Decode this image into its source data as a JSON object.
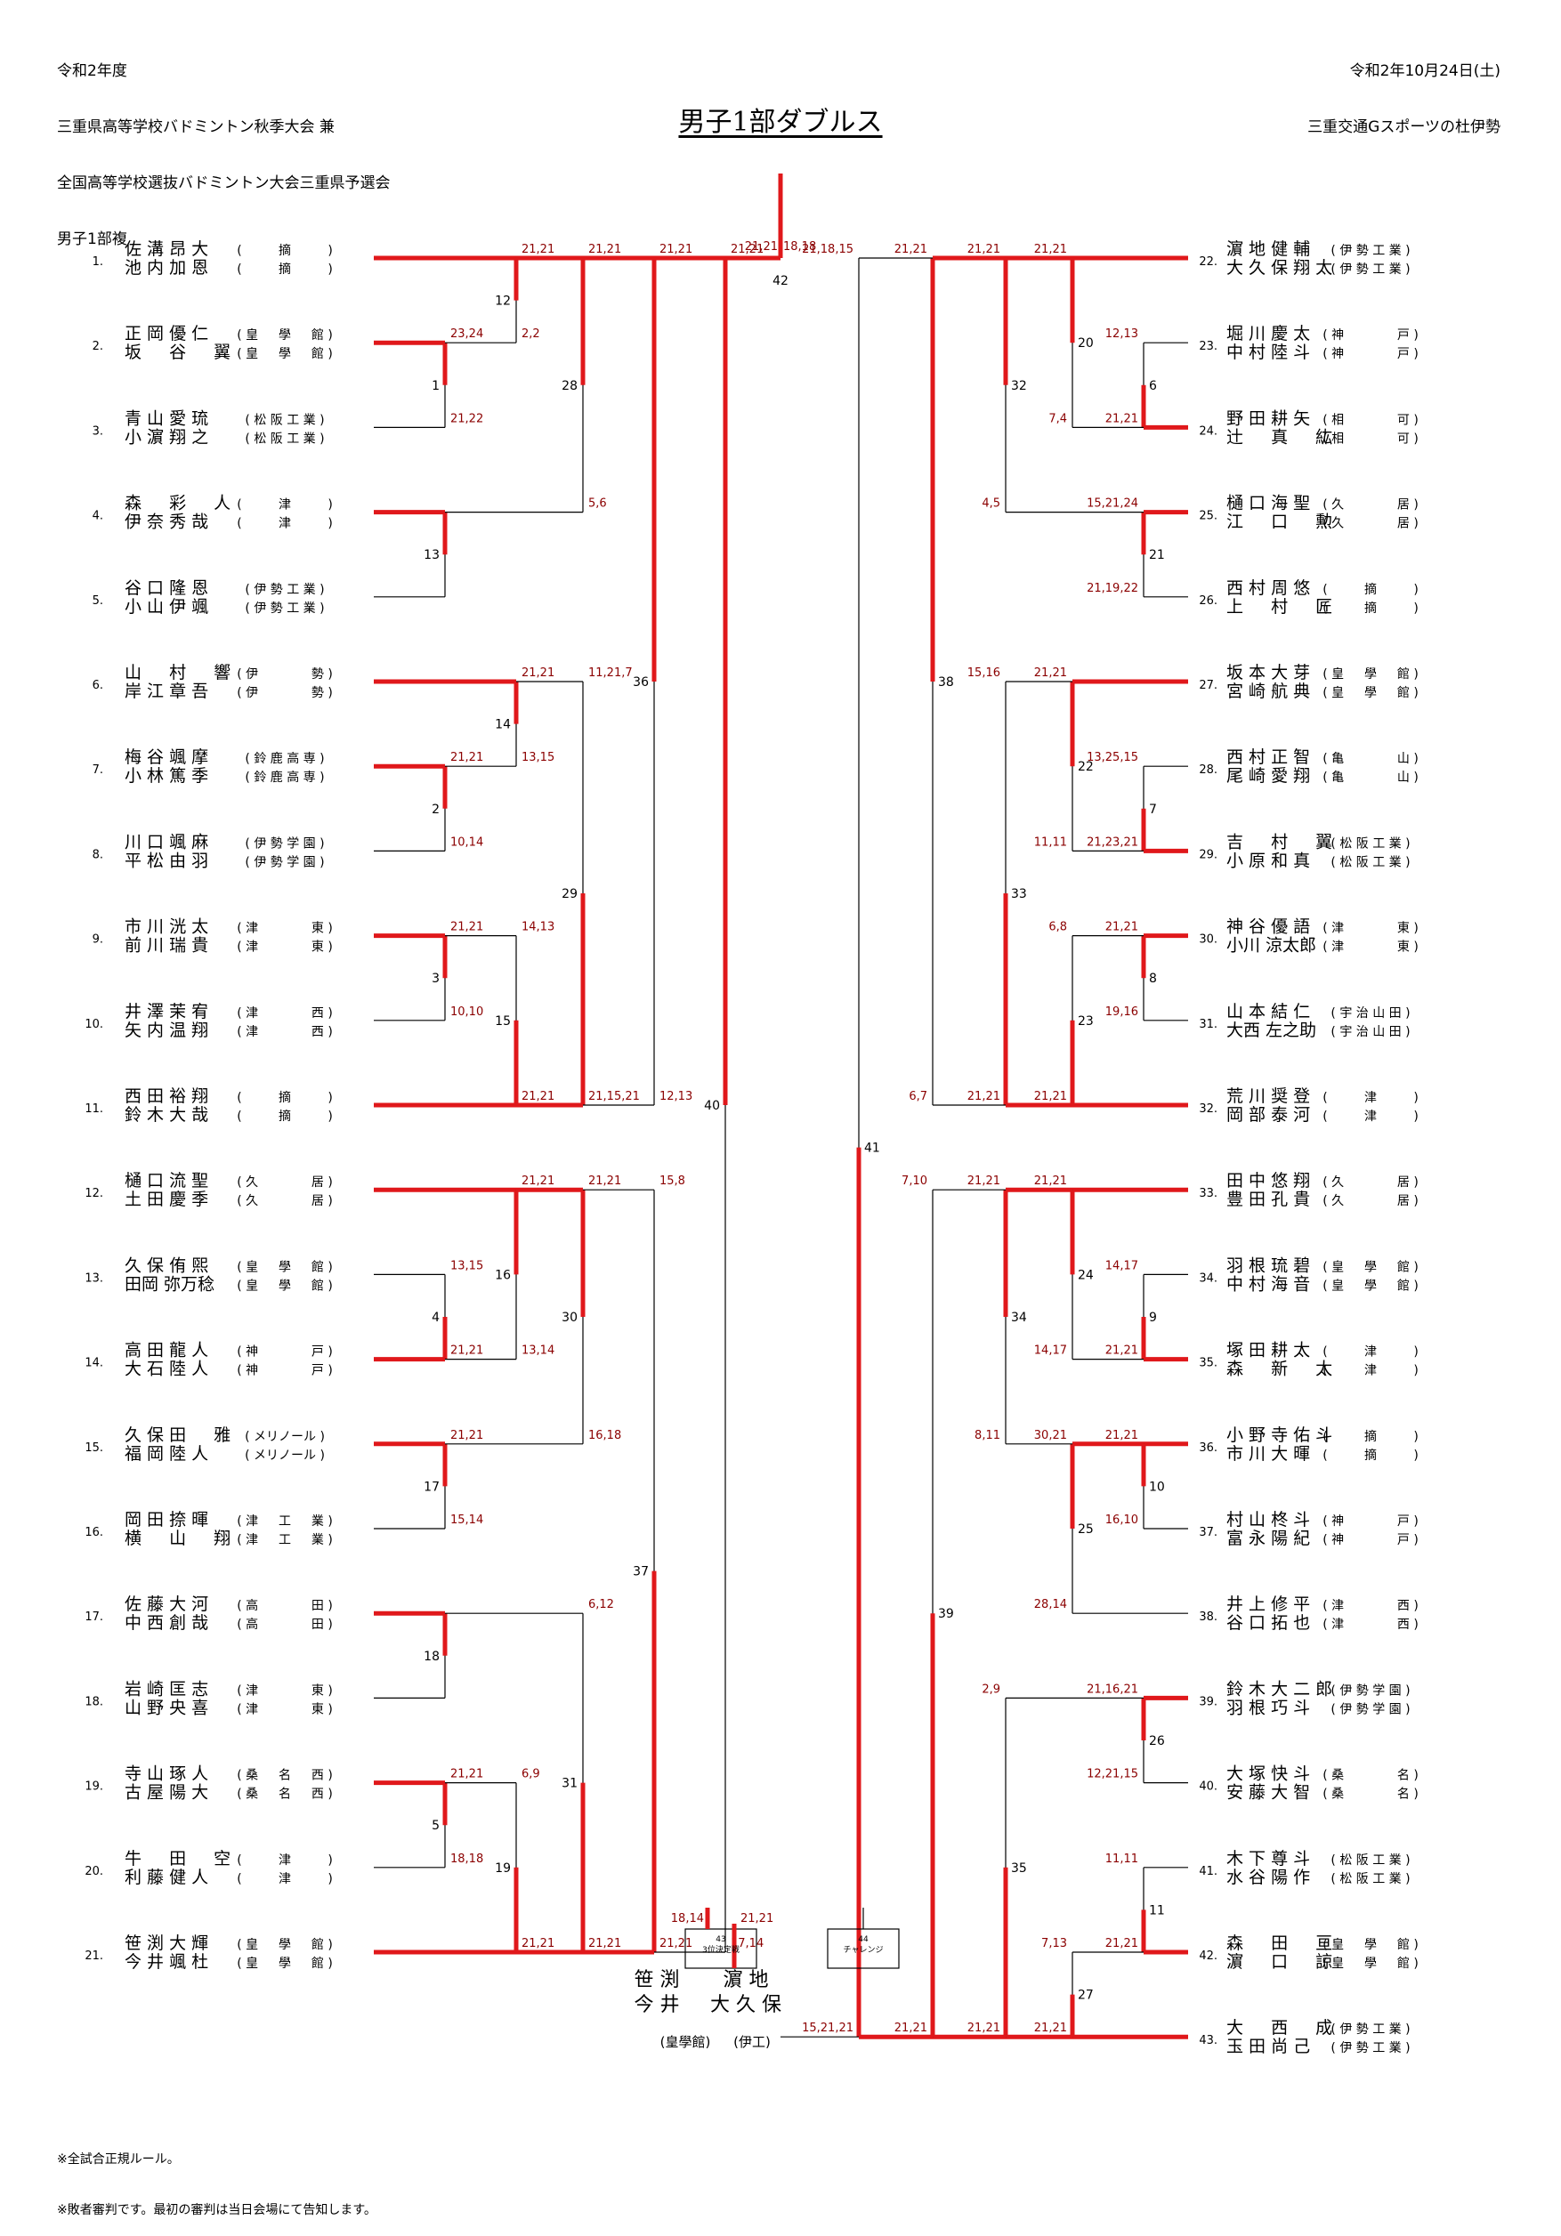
{
  "header": {
    "left_lines": [
      "令和2年度",
      "三重県高等学校バドミントン秋季大会 兼",
      "全国高等学校選抜バドミントン大会三重県予選会",
      "男子1部複"
    ],
    "right_lines": [
      "令和2年10月24日(土)",
      "三重交通Gスポーツの杜伊勢"
    ],
    "title": "男子1部ダブルス"
  },
  "footer": [
    "※全試合正規ルール。",
    "※敗者審判です。最初の審判は当日会場にて告知します。"
  ],
  "teams": [
    {
      "no": "1.",
      "p1": "佐 溝 昂 大",
      "p2": "池 内 加 恩",
      "school": "( 　 　 摘 　 　 )"
    },
    {
      "no": "2.",
      "p1": "正 岡 優 仁",
      "p2": "坂 　 谷 　 翼",
      "school": "( 皇 　 學 　 館 )"
    },
    {
      "no": "3.",
      "p1": "青 山 愛 琉",
      "p2": "小 濵 翔 之",
      "school": "( 松 阪 工 業 )"
    },
    {
      "no": "4.",
      "p1": "森 　 彩 　 人",
      "p2": "伊 奈 秀 哉",
      "school": "( 　 　 津 　 　 )"
    },
    {
      "no": "5.",
      "p1": "谷 口 隆 恩",
      "p2": "小 山 伊 颯",
      "school": "( 伊 勢 工 業 )"
    },
    {
      "no": "6.",
      "p1": "山 　 村 　 響",
      "p2": "岸 江 章 吾",
      "school": "( 伊 　 　 　 勢 )"
    },
    {
      "no": "7.",
      "p1": "梅 谷 颯 摩",
      "p2": "小 林 篤 季",
      "school": "( 鈴 鹿 高 専 )"
    },
    {
      "no": "8.",
      "p1": "川 口 颯 麻",
      "p2": "平 松 由 羽",
      "school": "( 伊 勢 学 園 )"
    },
    {
      "no": "9.",
      "p1": "市 川 洸 太",
      "p2": "前 川 瑞 貴",
      "school": "( 津 　 　 　 東 )"
    },
    {
      "no": "10.",
      "p1": "井 澤 茉 宥",
      "p2": "矢 内 温 翔",
      "school": "( 津 　 　 　 西 )"
    },
    {
      "no": "11.",
      "p1": "西 田 裕 翔",
      "p2": "鈴 木 大 哉",
      "school": "( 　 　 摘 　 　 )"
    },
    {
      "no": "12.",
      "p1": "樋 口 流 聖",
      "p2": "土 田 慶 季",
      "school": "( 久 　 　 　 居 )"
    },
    {
      "no": "13.",
      "p1": "久 保 侑 煕",
      "p2": "田岡 弥万稔",
      "school": "( 皇 　 學 　 館 )"
    },
    {
      "no": "14.",
      "p1": "高 田 龍 人",
      "p2": "大 石 陸 人",
      "school": "( 神 　 　 　 戸 )"
    },
    {
      "no": "15.",
      "p1": "久 保 田 　 雅",
      "p2": "福 岡 陸 人",
      "school": "( メリノール )"
    },
    {
      "no": "16.",
      "p1": "岡 田 捺 暉",
      "p2": "横 　 山 　 翔",
      "school": "( 津 　 工 　 業 )"
    },
    {
      "no": "17.",
      "p1": "佐 藤 大 河",
      "p2": "中 西 創 哉",
      "school": "( 高 　 　 　 田 )"
    },
    {
      "no": "18.",
      "p1": "岩 崎 匡 志",
      "p2": "山 野 央 喜",
      "school": "( 津 　 　 　 東 )"
    },
    {
      "no": "19.",
      "p1": "寺 山 琢 人",
      "p2": "古 屋 陽 大",
      "school": "( 桑 　 名 　 西 )"
    },
    {
      "no": "20.",
      "p1": "牛 　 田 　 空",
      "p2": "利 藤 健 人",
      "school": "( 　 　 津 　 　 )"
    },
    {
      "no": "21.",
      "p1": "笹 渕 大 輝",
      "p2": "今 井 颯 杜",
      "school": "( 皇 　 學 　 館 )"
    },
    {
      "no": "22.",
      "p1": "濵 地 健 輔",
      "p2": "大 久 保 翔 太",
      "school": "( 伊 勢 工 業 )"
    },
    {
      "no": "23.",
      "p1": "堀 川 慶 太",
      "p2": "中 村 陸 斗",
      "school": "( 神 　 　 　 戸 )"
    },
    {
      "no": "24.",
      "p1": "野 田 耕 矢",
      "p2": "辻 　 真 　 紘",
      "school": "( 相 　 　 　 可 )"
    },
    {
      "no": "25.",
      "p1": "樋 口 海 聖",
      "p2": "江 　 口 　 勲",
      "school": "( 久 　 　 　 居 )"
    },
    {
      "no": "26.",
      "p1": "西 村 周 悠",
      "p2": "上 　 村 　 匠",
      "school": "( 　 　 摘 　 　 )"
    },
    {
      "no": "27.",
      "p1": "坂 本 大 芽",
      "p2": "宮 崎 航 典",
      "school": "( 皇 　 學 　 館 )"
    },
    {
      "no": "28.",
      "p1": "西 村 正 智",
      "p2": "尾 崎 愛 翔",
      "school": "( 亀 　 　 　 山 )"
    },
    {
      "no": "29.",
      "p1": "吉 　 村 　 翼",
      "p2": "小 原 和 真",
      "school": "( 松 阪 工 業 )"
    },
    {
      "no": "30.",
      "p1": "神 谷 優 語",
      "p2": "小川 涼太郎",
      "school": "( 津 　 　 　 東 )"
    },
    {
      "no": "31.",
      "p1": "山 本 結 仁",
      "p2": "大西 左之助",
      "school": "( 宇 治 山 田 )"
    },
    {
      "no": "32.",
      "p1": "荒 川 奨 登",
      "p2": "岡 部 泰 河",
      "school": "( 　 　 津 　 　 )"
    },
    {
      "no": "33.",
      "p1": "田 中 悠 翔",
      "p2": "豊 田 孔 貴",
      "school": "( 久 　 　 　 居 )"
    },
    {
      "no": "34.",
      "p1": "羽 根 琉 碧",
      "p2": "中 村 海 音",
      "school": "( 皇 　 學 　 館 )"
    },
    {
      "no": "35.",
      "p1": "塚 田 耕 太",
      "p2": "森 　 新 　 太",
      "school": "( 　 　 津 　 　 )"
    },
    {
      "no": "36.",
      "p1": "小 野 寺 佑 斗",
      "p2": "市 川 大 暉",
      "school": "( 　 　 摘 　 　 )"
    },
    {
      "no": "37.",
      "p1": "村 山 柊 斗",
      "p2": "富 永 陽 紀",
      "school": "( 神 　 　 　 戸 )"
    },
    {
      "no": "38.",
      "p1": "井 上 修 平",
      "p2": "谷 口 拓 也",
      "school": "( 津 　 　 　 西 )"
    },
    {
      "no": "39.",
      "p1": "鈴 木 大 二 郎",
      "p2": "羽 根 巧 斗",
      "school": "( 伊 勢 学 園 )"
    },
    {
      "no": "40.",
      "p1": "大 塚 快 斗",
      "p2": "安 藤 大 智",
      "school": "( 桑 　 　 　 名 )"
    },
    {
      "no": "41.",
      "p1": "木 下 尊 斗",
      "p2": "水 谷 陽 作",
      "school": "( 松 阪 工 業 )"
    },
    {
      "no": "42.",
      "p1": "森 　 田 　 亘",
      "p2": "濵 　 口 　 諒",
      "school": "( 皇 　 學 　 館 )"
    },
    {
      "no": "43.",
      "p1": "大 　 西 　 成",
      "p2": "玉 田 尚 己",
      "school": "( 伊 勢 工 業 )"
    }
  ],
  "matches": [
    {
      "id": "1",
      "label": "1",
      "a": "2",
      "b": "3",
      "sa": "23,24",
      "sb": "21,22",
      "w": "a"
    },
    {
      "id": "2",
      "label": "2",
      "a": "7",
      "b": "8",
      "sa": "21,21",
      "sb": "10,14",
      "w": "a"
    },
    {
      "id": "3",
      "label": "3",
      "a": "9",
      "b": "10",
      "sa": "21,21",
      "sb": "10,10",
      "w": "a"
    },
    {
      "id": "4",
      "label": "4",
      "a": "13",
      "b": "14",
      "sa": "13,15",
      "sb": "21,21",
      "w": "b"
    },
    {
      "id": "5",
      "label": "5",
      "a": "19",
      "b": "20",
      "sa": "21,21",
      "sb": "18,18",
      "w": "a"
    },
    {
      "id": "6",
      "label": "6",
      "a": "23",
      "b": "24",
      "sa": "12,13",
      "sb": "21,21",
      "w": "b"
    },
    {
      "id": "7",
      "label": "7",
      "a": "28",
      "b": "29",
      "sa": "13,25,15",
      "sb": "21,23,21",
      "w": "b"
    },
    {
      "id": "8",
      "label": "8",
      "a": "30",
      "b": "31",
      "sa": "21,21",
      "sb": "19,16",
      "w": "a"
    },
    {
      "id": "9",
      "label": "9",
      "a": "34",
      "b": "35",
      "sa": "14,17",
      "sb": "21,21",
      "w": "b"
    },
    {
      "id": "10",
      "label": "10",
      "a": "36",
      "b": "37",
      "sa": "21,21",
      "sb": "16,10",
      "w": "a"
    },
    {
      "id": "11",
      "label": "11",
      "a": "41",
      "b": "42",
      "sa": "11,11",
      "sb": "21,21",
      "w": "b"
    },
    {
      "id": "12",
      "label": "12",
      "a": "1",
      "b": "m1",
      "sa": "21,21",
      "sb": "2,2",
      "w": "a"
    },
    {
      "id": "13",
      "label": "13",
      "a": "4",
      "b": "5",
      "sa": "",
      "sb": "",
      "w": "a"
    },
    {
      "id": "14",
      "label": "14",
      "a": "6",
      "b": "m2",
      "sa": "21,21",
      "sb": "13,15",
      "w": "a"
    },
    {
      "id": "15",
      "label": "15",
      "a": "m3",
      "b": "11",
      "sa": "14,13",
      "sb": "21,21",
      "w": "b"
    },
    {
      "id": "16",
      "label": "16",
      "a": "12",
      "b": "m4",
      "sa": "21,21",
      "sb": "13,14",
      "w": "a"
    },
    {
      "id": "17",
      "label": "17",
      "a": "15",
      "b": "16",
      "sa": "21,21",
      "sb": "15,14",
      "w": "a"
    },
    {
      "id": "18",
      "label": "18",
      "a": "17",
      "b": "18",
      "sa": "",
      "sb": "",
      "w": "a"
    },
    {
      "id": "19",
      "label": "19",
      "a": "m5",
      "b": "21",
      "sa": "6,9",
      "sb": "21,21",
      "w": "b"
    },
    {
      "id": "20",
      "label": "20",
      "a": "22",
      "b": "m6",
      "sa": "21,21",
      "sb": "7,4",
      "w": "a"
    },
    {
      "id": "21",
      "label": "21",
      "a": "25",
      "b": "26",
      "sa": "15,21,24",
      "sb": "21,19,22",
      "w": "a"
    },
    {
      "id": "22",
      "label": "22",
      "a": "27",
      "b": "m7",
      "sa": "21,21",
      "sb": "11,11",
      "w": "a"
    },
    {
      "id": "23",
      "label": "23",
      "a": "m8",
      "b": "32",
      "sa": "6,8",
      "sb": "21,21",
      "w": "b"
    },
    {
      "id": "24",
      "label": "24",
      "a": "33",
      "b": "m9",
      "sa": "21,21",
      "sb": "14,17",
      "w": "a"
    },
    {
      "id": "25",
      "label": "25",
      "a": "m10",
      "b": "38",
      "sa": "30,21",
      "sb": "28,14",
      "w": "a"
    },
    {
      "id": "26",
      "label": "26",
      "a": "39",
      "b": "40",
      "sa": "21,16,21",
      "sb": "12,21,15",
      "w": "a"
    },
    {
      "id": "27",
      "label": "27",
      "a": "m11",
      "b": "43",
      "sa": "7,13",
      "sb": "21,21",
      "w": "b"
    },
    {
      "id": "28",
      "label": "28",
      "a": "m12",
      "b": "m13",
      "sa": "21,21",
      "sb": "5,6",
      "w": "a"
    },
    {
      "id": "29",
      "label": "29",
      "a": "m14",
      "b": "m15",
      "sa": "11,21,7",
      "sb": "21,15,21",
      "w": "b"
    },
    {
      "id": "30",
      "label": "30",
      "a": "m16",
      "b": "m17",
      "sa": "21,21",
      "sb": "16,18",
      "w": "a"
    },
    {
      "id": "31",
      "label": "31",
      "a": "m18",
      "b": "m19",
      "sa": "6,12",
      "sb": "21,21",
      "w": "b"
    },
    {
      "id": "32",
      "label": "32",
      "a": "m20",
      "b": "m21",
      "sa": "21,21",
      "sb": "4,5",
      "w": "a"
    },
    {
      "id": "33",
      "label": "33",
      "a": "m22",
      "b": "m23",
      "sa": "15,16",
      "sb": "21,21",
      "w": "b"
    },
    {
      "id": "34",
      "label": "34",
      "a": "m24",
      "b": "m25",
      "sa": "21,21",
      "sb": "8,11",
      "w": "a"
    },
    {
      "id": "35",
      "label": "35",
      "a": "m26",
      "b": "m27",
      "sa": "2,9",
      "sb": "21,21",
      "w": "b"
    },
    {
      "id": "36",
      "label": "36",
      "a": "m28",
      "b": "m29",
      "sa": "21,21",
      "sb": "12,13",
      "w": "a"
    },
    {
      "id": "37",
      "label": "37",
      "a": "m30",
      "b": "m31",
      "sa": "15,8",
      "sb": "21,21",
      "w": "b"
    },
    {
      "id": "38",
      "label": "38",
      "a": "m32",
      "b": "m33",
      "sa": "21,21",
      "sb": "6,7",
      "w": "a"
    },
    {
      "id": "39",
      "label": "39",
      "a": "m34",
      "b": "m35",
      "sa": "7,10",
      "sb": "21,21",
      "w": "b"
    },
    {
      "id": "40",
      "label": "40",
      "a": "m36",
      "b": "m37",
      "sa": "21,21",
      "sb": "17,14",
      "w": "a"
    },
    {
      "id": "41",
      "label": "41",
      "a": "m38",
      "b": "m39",
      "sa": "21,18,15",
      "sb": "15,21,21",
      "w": "b"
    }
  ],
  "final": {
    "label": "42",
    "score_left": "21,21",
    "score_right": "18,18"
  },
  "third_place": {
    "label": "43",
    "caption": "3位決定戦",
    "score_left": "18,14",
    "score_right": "21,21",
    "left_names": [
      "笹 渕",
      "今 井"
    ],
    "right_names": [
      "濵 地",
      "大 久 保"
    ],
    "left_school": "(皇學館)",
    "right_school": "(伊工)"
  },
  "challenge": {
    "label": "44",
    "caption": "チャレンジ"
  },
  "colors": {
    "winner_line": "#e0181b",
    "score_text": "#8b0000"
  }
}
